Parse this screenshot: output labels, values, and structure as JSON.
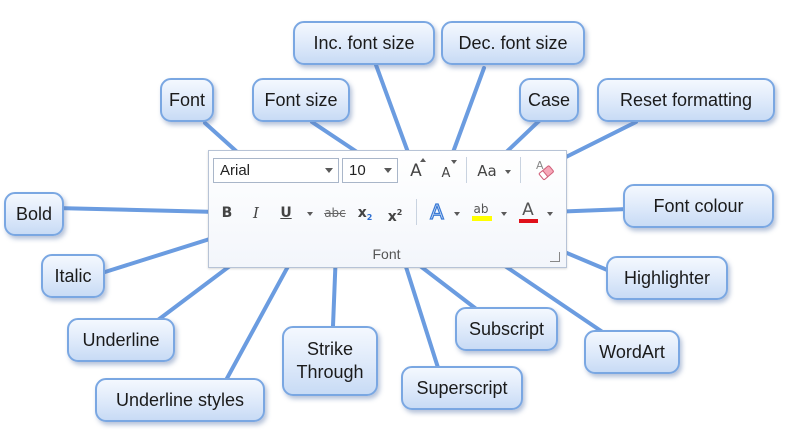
{
  "ribbon": {
    "font_name": "Arial",
    "font_size": "10",
    "group_label": "Font",
    "buttons": {
      "grow_font": "A",
      "shrink_font": "A",
      "change_case": "Aa",
      "bold": "B",
      "italic": "I",
      "underline": "U",
      "strikethrough": "abc",
      "subscript": "x",
      "subscript_mark": "2",
      "superscript": "x",
      "superscript_mark": "2",
      "text_effects": "A",
      "highlight": "ab",
      "font_color": "A"
    },
    "colors": {
      "highlight": "#ffff00",
      "font_color": "#e0101a",
      "callout_border": "#7aa7e2",
      "leader_line": "#6b9ce0"
    }
  },
  "callouts": {
    "font": "Font",
    "font_size": "Font size",
    "inc_font_size": "Inc. font size",
    "dec_font_size": "Dec. font size",
    "case": "Case",
    "reset_formatting": "Reset formatting",
    "bold": "Bold",
    "font_colour": "Font colour",
    "italic": "Italic",
    "highlighter": "Highlighter",
    "underline": "Underline",
    "subscript": "Subscript",
    "wordart": "WordArt",
    "strike_through": [
      "Strike",
      "Through"
    ],
    "superscript": "Superscript",
    "underline_styles": "Underline styles"
  }
}
